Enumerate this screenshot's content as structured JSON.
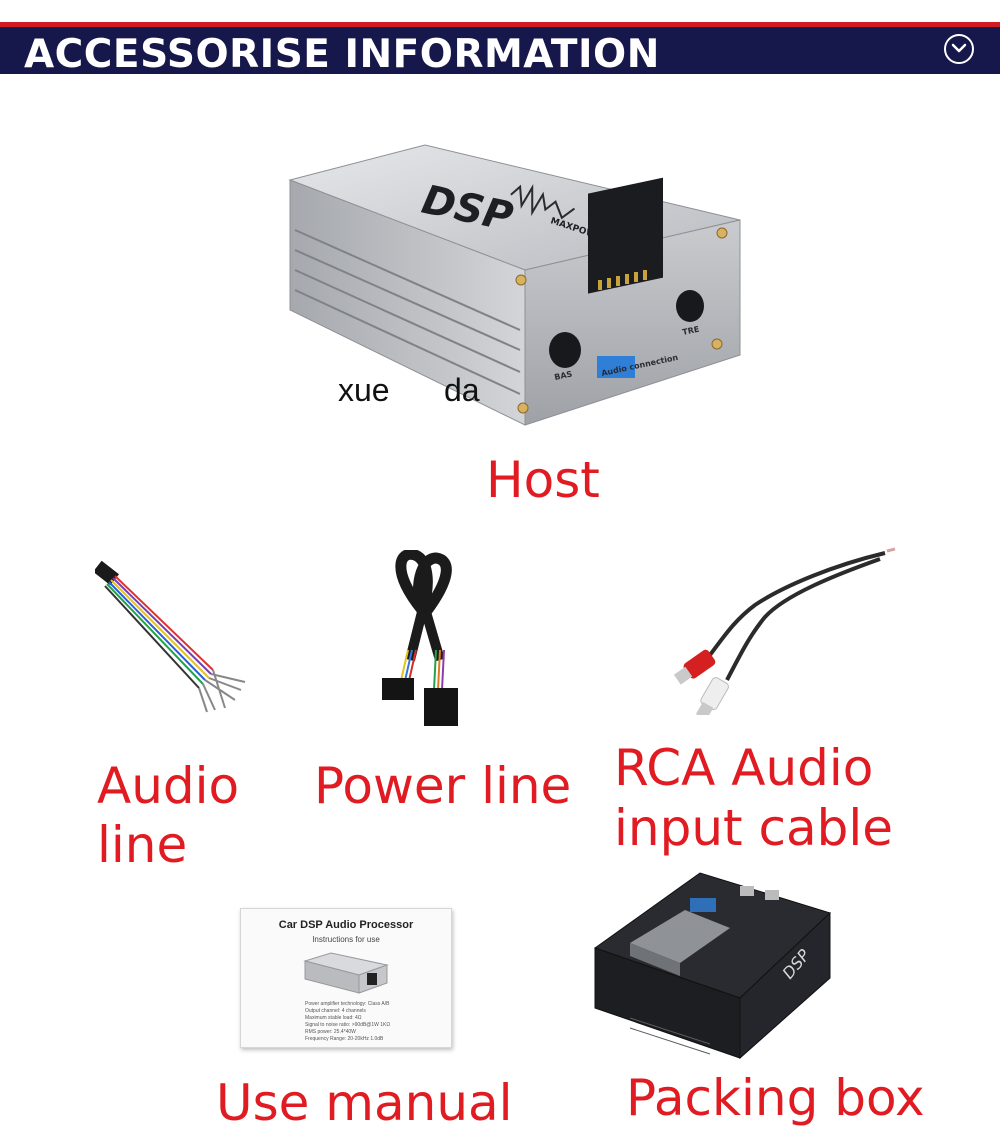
{
  "header": {
    "title": "ACCESSORISE INFORMATION",
    "toggle_icon": "chevron-down-circle-icon",
    "bar_color": "#16174a",
    "accent_color": "#d01a24"
  },
  "watermark": {
    "part1": "xue",
    "part2": "da"
  },
  "host": {
    "label": "Host",
    "device": {
      "logo": "DSP",
      "brand": "MAXPOWER",
      "knob_left": "BAS",
      "knob_right": "TRE",
      "port": "Audio connection"
    }
  },
  "accessories": [
    {
      "label_line1": "Audio",
      "label_line2": "line"
    },
    {
      "label_line1": "Power line"
    },
    {
      "label_line1": "RCA Audio",
      "label_line2": "input cable"
    }
  ],
  "manual": {
    "label": "Use manual",
    "doc_title": "Car DSP Audio Processor",
    "doc_subtitle": "Instructions for use",
    "spec_lines": [
      "Power amplifier technology: Class A/B",
      "Output channel: 4 channels",
      "Maximum stable load: 4Ω",
      "Signal to noise ratio: >90dB@1W 1KΩ",
      "RMS power: 25.4*40W",
      "Frequency Range: 20-20kHz 1.0dB"
    ]
  },
  "box": {
    "label": "Packing box",
    "logo": "DSP"
  },
  "label_color": "#e01b22"
}
